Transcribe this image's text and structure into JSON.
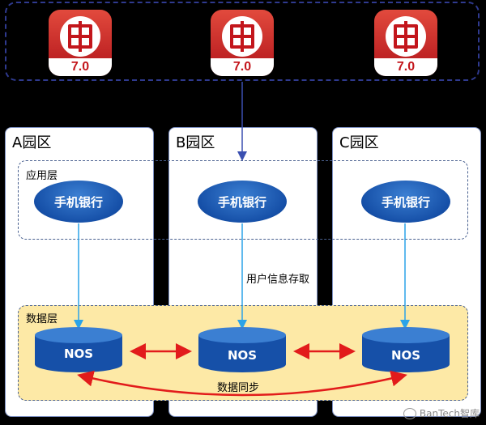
{
  "app_group": {
    "icons": [
      {
        "name": "icbc-app-icon",
        "version": "7.0"
      },
      {
        "name": "icbc-app-icon",
        "version": "7.0"
      },
      {
        "name": "icbc-app-icon",
        "version": "7.0"
      }
    ]
  },
  "zones": [
    {
      "title": "A园区"
    },
    {
      "title": "B园区"
    },
    {
      "title": "C园区"
    }
  ],
  "layers": {
    "app_layer": "应用层",
    "data_layer": "数据层"
  },
  "nodes": {
    "mobile_bank": [
      "手机银行",
      "手机银行",
      "手机银行"
    ],
    "nos": [
      "NOS",
      "NOS",
      "NOS"
    ]
  },
  "edges": {
    "user_access": "用户信息存取",
    "data_sync": "数据同步"
  },
  "watermark": "BanTech智库",
  "colors": {
    "background": "#000000",
    "zone_border": "#7c8fc0",
    "dashed_border": "#2f3a8f",
    "node_blue": "#1650a8",
    "data_layer_fill": "#fde9a6",
    "access_arrow": "#2ba3e8",
    "sync_arrow": "#e21b1b",
    "brand_red": "#c3161c"
  }
}
